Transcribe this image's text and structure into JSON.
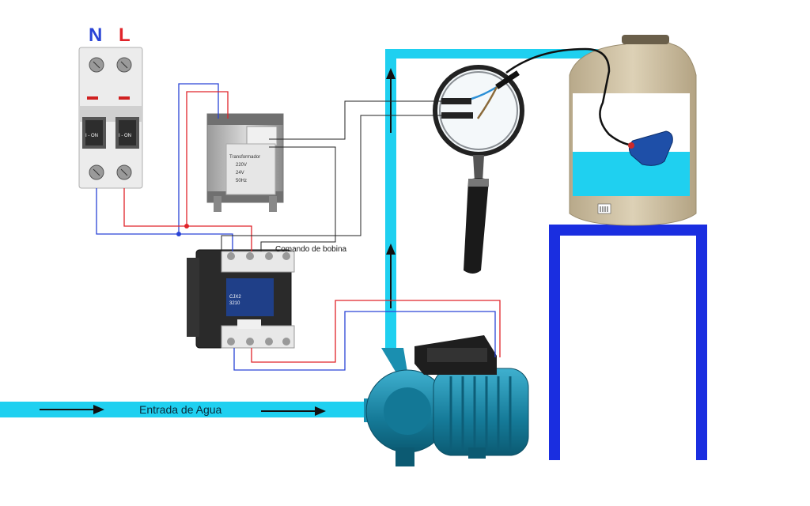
{
  "labels": {
    "neutral": "N",
    "line": "L",
    "breaker_left_switch": "I - ON",
    "breaker_right_switch": "I - ON",
    "transformer_title": "Transformador",
    "transformer_line1": "220V",
    "transformer_line2": "24V",
    "transformer_line3": "50Hz",
    "coil_command": "Comando de bobina",
    "contactor_model": "CJX2",
    "contactor_model2": "3210",
    "water_inlet": "Entrada de Agua"
  },
  "colors": {
    "neutral_wire": "#2a44d6",
    "line_wire": "#e0242a",
    "control_wire": "#222222",
    "water": "#1fd0f0",
    "support": "#1a2ee0",
    "pump": "#1a8fb0",
    "tank": "#cbbd9e"
  }
}
